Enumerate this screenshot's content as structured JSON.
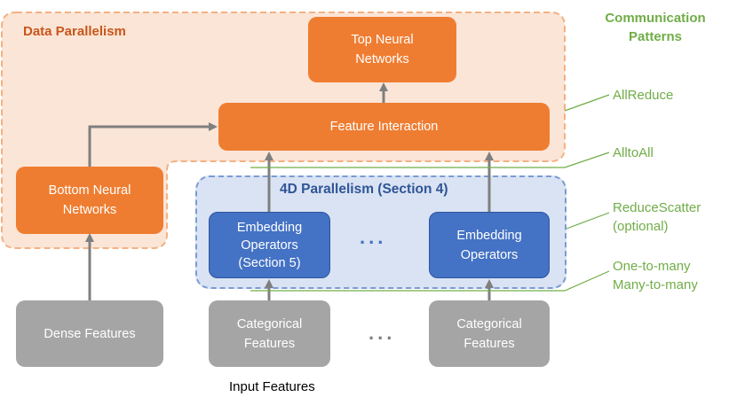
{
  "regions": {
    "data_parallelism": "Data Parallelism",
    "four_d_parallelism": "4D Parallelism (Section 4)"
  },
  "boxes": {
    "top_nn": "Top Neural\nNetworks",
    "feature_interaction": "Feature Interaction",
    "bottom_nn": "Bottom Neural\nNetworks",
    "embedding_1": "Embedding\nOperators\n(Section 5)",
    "embedding_2": "Embedding\nOperators",
    "dense_features": "Dense Features",
    "categorical_1": "Categorical\nFeatures",
    "categorical_2": "Categorical\nFeatures"
  },
  "ellipsis": "...",
  "caption": "Input Features",
  "comm": {
    "title": "Communication\nPatterns",
    "allreduce": "AllReduce",
    "alltoall": "AlltoAll",
    "reducescatter": "ReduceScatter\n(optional)",
    "one_many": "One-to-many\nMany-to-many"
  },
  "colors": {
    "orange": "#ef7d31",
    "blue": "#4472c4",
    "gray": "#a5a5a5",
    "green": "#70ad47",
    "arrow": "#7f7f7f"
  }
}
